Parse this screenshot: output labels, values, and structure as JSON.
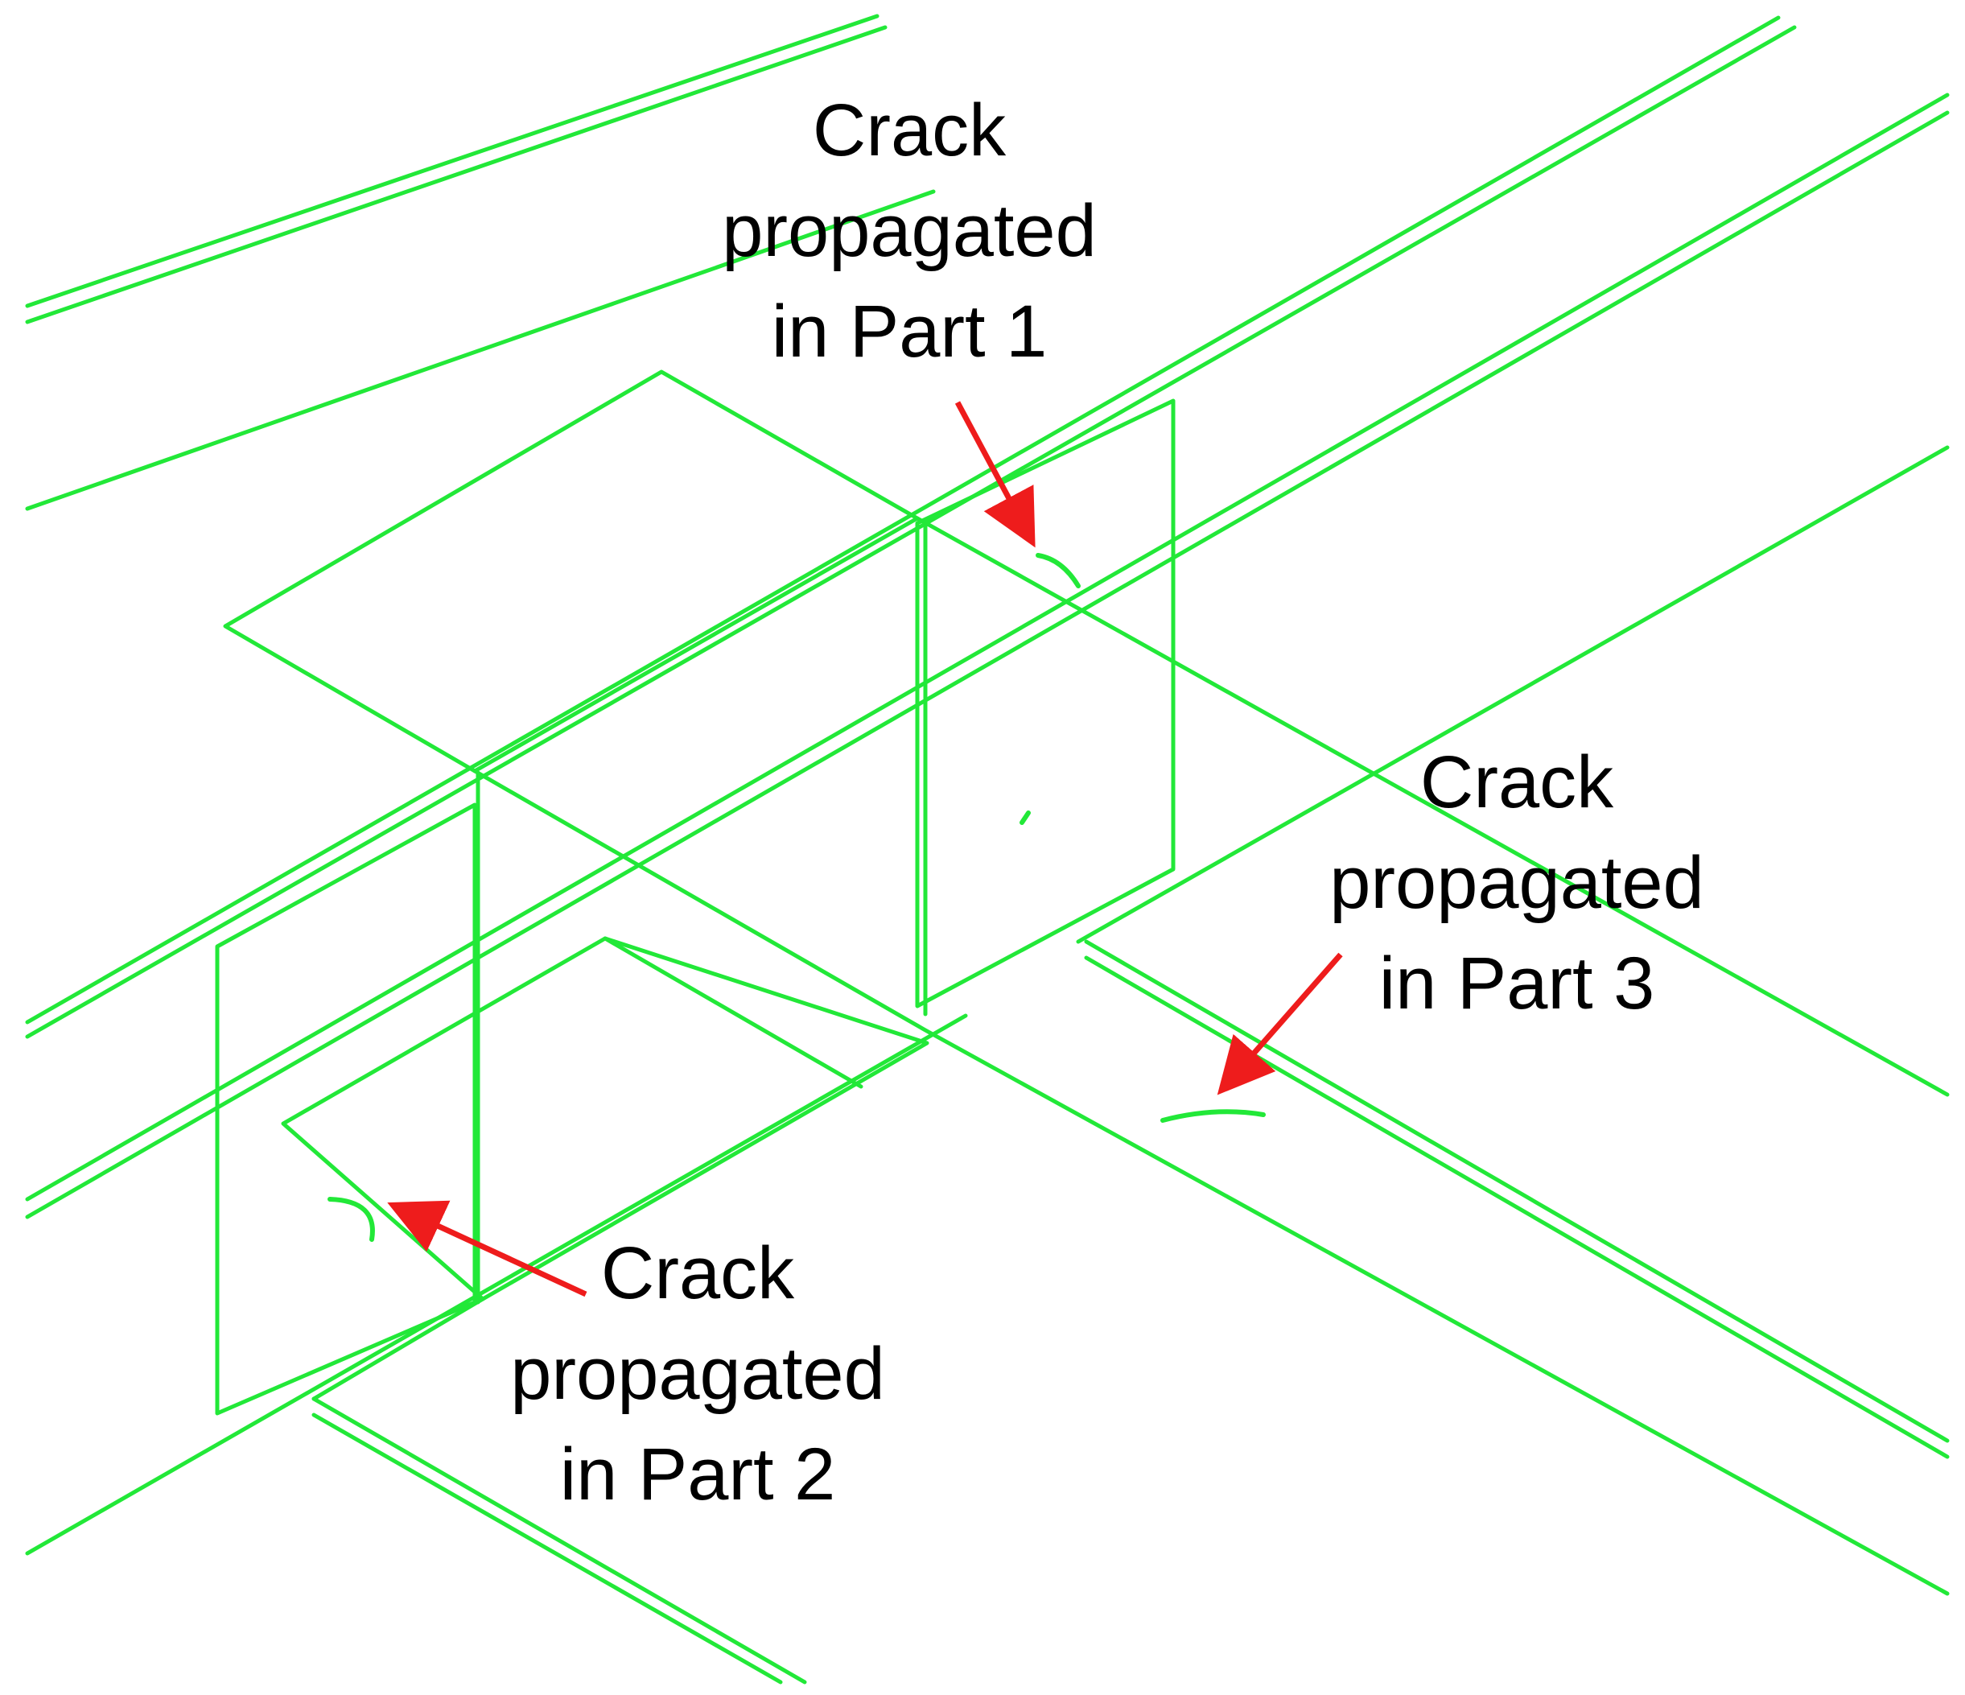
{
  "colors": {
    "background": "#ffffff",
    "wireframe": "#22e838",
    "arrow": "#ee1c1c",
    "text": "#000000"
  },
  "annotations": [
    {
      "id": "part1",
      "lines": [
        "Crack",
        "propagated",
        "in Part 1"
      ]
    },
    {
      "id": "part2",
      "lines": [
        "Crack",
        "propagated",
        "in Part 2"
      ]
    },
    {
      "id": "part3",
      "lines": [
        "Crack",
        "propagated",
        "in Part 3"
      ]
    }
  ]
}
